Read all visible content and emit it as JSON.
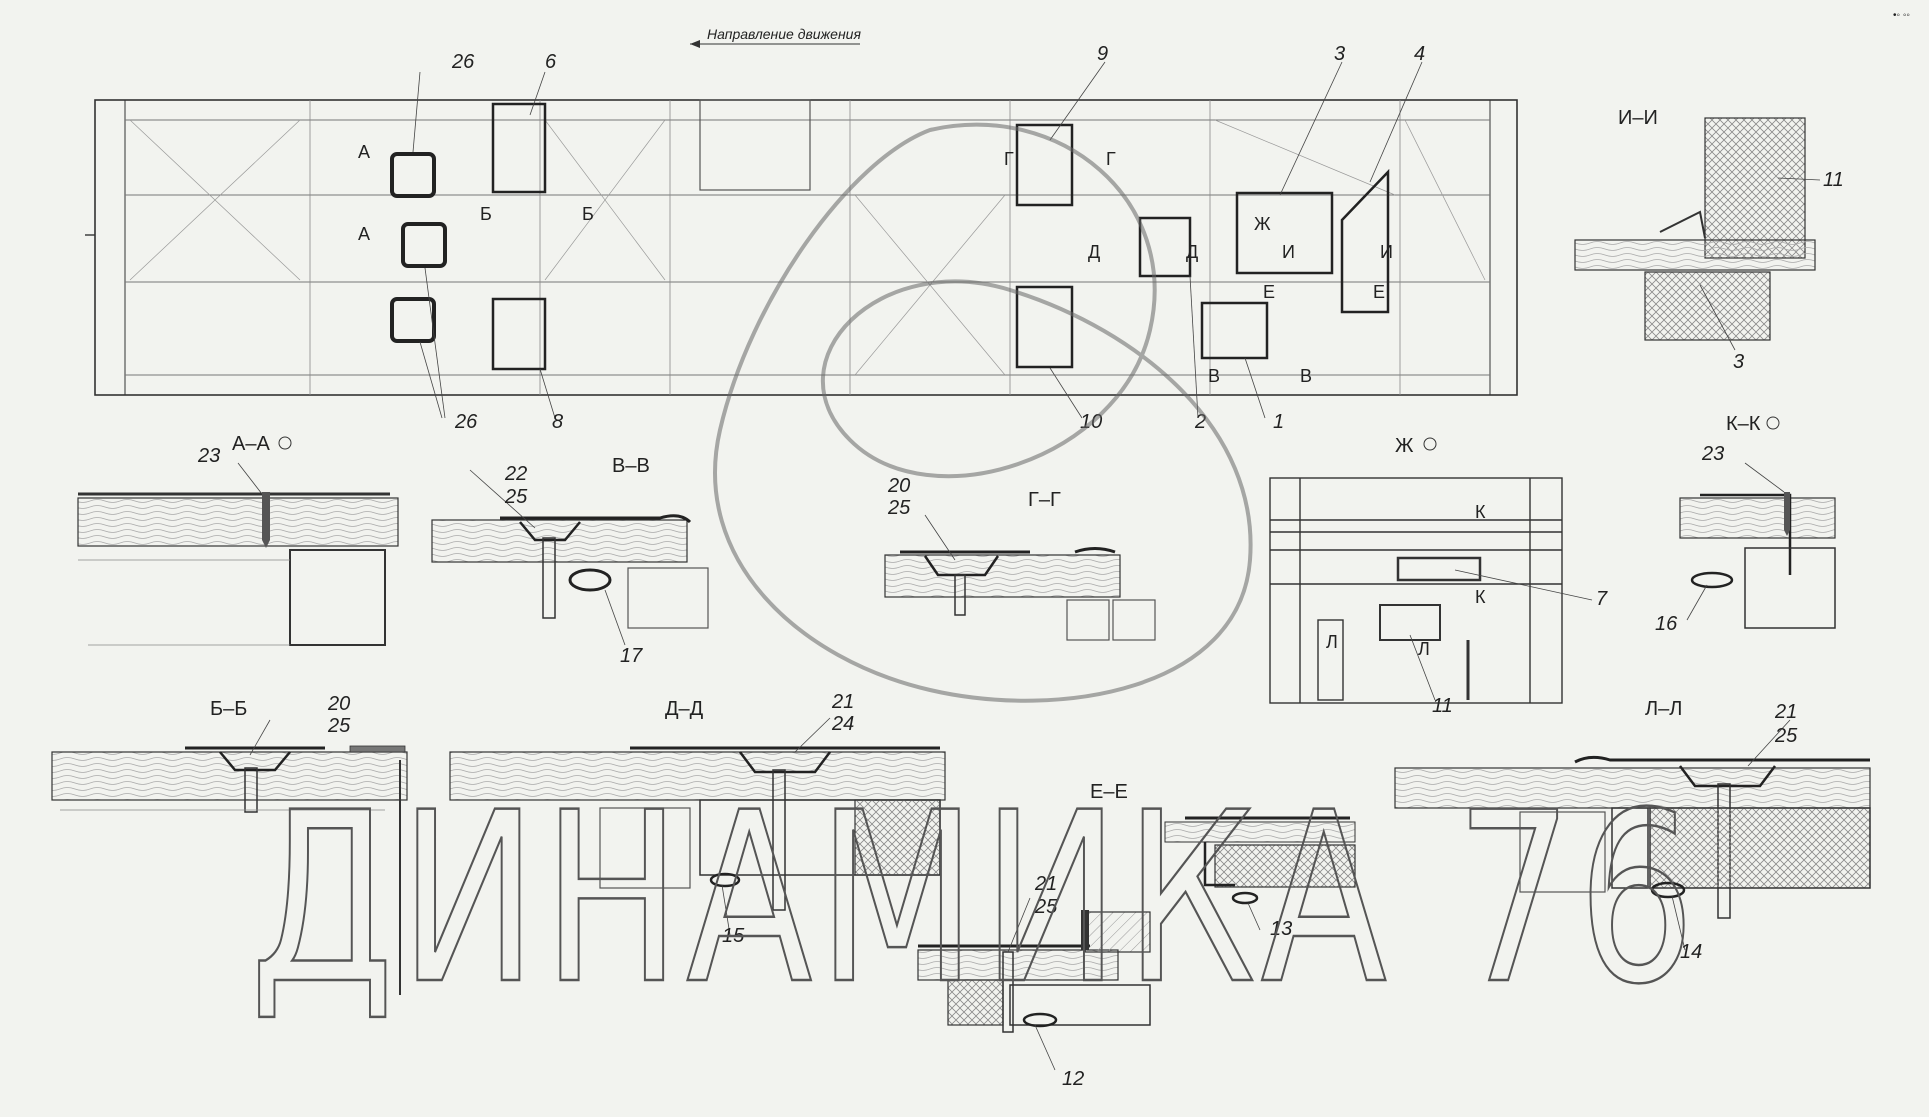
{
  "header": {
    "direction_label": "Направление движения",
    "corner_mark": "•◦ ◦◦"
  },
  "plan_callouts": {
    "c26_top": "26",
    "c6": "6",
    "c9": "9",
    "c3": "3",
    "c4": "4",
    "c26_bottom": "26",
    "c8": "8",
    "c10": "10",
    "c2": "2",
    "c1": "1"
  },
  "plan_section_marks": {
    "a1": "А",
    "a2": "А",
    "b1": "Б",
    "b2": "Б",
    "g1": "Г",
    "g2": "Г",
    "d1": "Д",
    "d2": "Д",
    "zh": "Ж",
    "i1": "И",
    "i2": "И",
    "e1": "Е",
    "e2": "Е",
    "v1": "В",
    "v2": "В"
  },
  "sections": {
    "ii": {
      "title": "И–И",
      "callout_top": "11",
      "callout_bottom": "3"
    },
    "aa": {
      "title": "А–А",
      "callout": "23"
    },
    "vv": {
      "title": "В–В",
      "callout_a": "22",
      "callout_b": "25",
      "callout_c": "17"
    },
    "gg": {
      "title": "Г–Г",
      "callout_a": "20",
      "callout_b": "25"
    },
    "zh": {
      "title": "Ж",
      "mark_k1": "К",
      "mark_k2": "К",
      "mark_l1": "Л",
      "mark_l2": "Л",
      "callout_7": "7",
      "callout_11": "11"
    },
    "kk": {
      "title": "К–К",
      "callout_a": "23",
      "callout_b": "16"
    },
    "bb": {
      "title": "Б–Б",
      "callout_a": "20",
      "callout_b": "25"
    },
    "dd": {
      "title": "Д–Д",
      "callout_a": "21",
      "callout_b": "24",
      "callout_c": "15"
    },
    "ee": {
      "title": "Е–Е",
      "callout_a": "21",
      "callout_b": "25",
      "callout_c": "13",
      "callout_d": "12"
    },
    "ll": {
      "title": "Л–Л",
      "callout_a": "21",
      "callout_b": "25",
      "callout_c": "14"
    }
  },
  "watermark": {
    "text": "ДИНАМИКА 76"
  },
  "colors": {
    "background": "#f2f3ef",
    "line": "#333333",
    "thin_line": "#8a8a8a",
    "hatch": "#9a9a9a",
    "watermark": "#555555"
  }
}
